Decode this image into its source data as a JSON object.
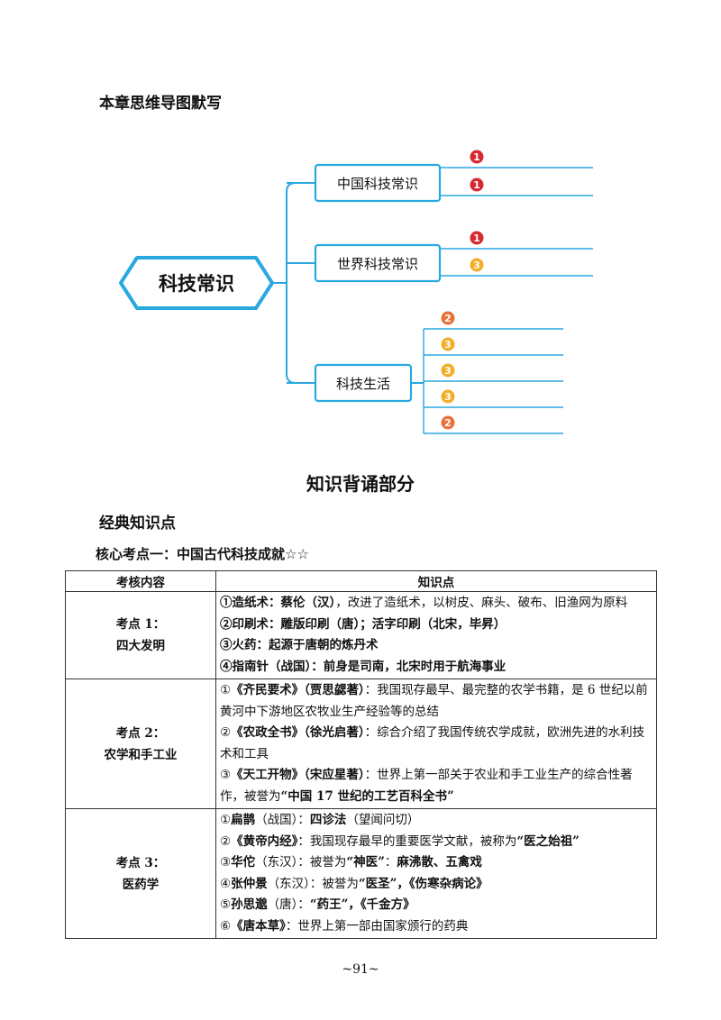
{
  "mindmap": {
    "heading": "本章思维导图默写",
    "root": "科技常识",
    "branches": [
      {
        "label": "中国科技常识",
        "items": [
          "1",
          "1"
        ]
      },
      {
        "label": "世界科技常识",
        "items": [
          "1",
          "3"
        ]
      },
      {
        "label": "科技生活",
        "items": [
          "2",
          "3",
          "3",
          "3",
          "2"
        ]
      }
    ],
    "colors": {
      "line": "#29a8e0",
      "badge1": "#d7282f",
      "badge2": "#e8723a",
      "badge3": "#f2ae28"
    }
  },
  "section_title": "知识背诵部分",
  "subsection_title": "经典知识点",
  "core_title": "核心考点一：中国古代科技成就",
  "core_stars": "☆☆",
  "table": {
    "headers": [
      "考核内容",
      "知识点"
    ],
    "rows": [
      {
        "label_lines": [
          "考点 1：",
          "四大发明"
        ],
        "items": [
          [
            {
              "t": "①造纸术：蔡伦（汉）",
              "b": true
            },
            {
              "t": "，改进了造纸术，以树皮、麻头、破布、旧渔网为原料",
              "b": false
            }
          ],
          [
            {
              "t": "②印刷术：雕版印刷（唐）；活字印刷（北宋，毕昇）",
              "b": true
            }
          ],
          [
            {
              "t": "③火药：起源于唐朝的炼丹术",
              "b": true
            }
          ],
          [
            {
              "t": "④指南针（战国）：前身是司南，北宋时用于航海事业",
              "b": true
            }
          ]
        ]
      },
      {
        "label_lines": [
          "考点 2：",
          "农学和手工业"
        ],
        "items": [
          [
            {
              "t": "①",
              "b": false
            },
            {
              "t": "《齐民要术》（贾思勰著）",
              "b": true
            },
            {
              "t": "：我国现存最早、最完整的农学书籍，是 6 世纪以前黄河中下游地区农牧业生产经验等的总结",
              "b": false
            }
          ],
          [
            {
              "t": "②",
              "b": false
            },
            {
              "t": "《农政全书》（徐光启著）",
              "b": true
            },
            {
              "t": "：综合介绍了我国传统农学成就，欧洲先进的水利技术和工具",
              "b": false
            }
          ],
          [
            {
              "t": "③",
              "b": false
            },
            {
              "t": "《天工开物》（宋应星著）",
              "b": true
            },
            {
              "t": "：世界上第一部关于农业和手工业生产的综合性著作，被誉为",
              "b": false
            },
            {
              "t": "“中国 17 世纪的工艺百科全书”",
              "b": true
            }
          ]
        ]
      },
      {
        "label_lines": [
          "考点 3：",
          "医药学"
        ],
        "items": [
          [
            {
              "t": "①",
              "b": false
            },
            {
              "t": "扁鹊",
              "b": true
            },
            {
              "t": "（战国）：",
              "b": false
            },
            {
              "t": "四诊法",
              "b": true
            },
            {
              "t": "（望闻问切）",
              "b": false
            }
          ],
          [
            {
              "t": "②",
              "b": false
            },
            {
              "t": "《黄帝内经》",
              "b": true
            },
            {
              "t": "：我国现存最早的重要医学文献，被称为",
              "b": false
            },
            {
              "t": "“医之始祖”",
              "b": true
            }
          ],
          [
            {
              "t": "③",
              "b": false
            },
            {
              "t": "华佗",
              "b": true
            },
            {
              "t": "（东汉）：被誉为",
              "b": false
            },
            {
              "t": "“神医”",
              "b": true
            },
            {
              "t": "：",
              "b": false
            },
            {
              "t": "麻沸散、五禽戏",
              "b": true
            }
          ],
          [
            {
              "t": "④",
              "b": false
            },
            {
              "t": "张仲景",
              "b": true
            },
            {
              "t": "（东汉）：被誉为",
              "b": false
            },
            {
              "t": "“医圣”，《伤寒杂病论》",
              "b": true
            }
          ],
          [
            {
              "t": "⑤",
              "b": false
            },
            {
              "t": "孙思邈",
              "b": true
            },
            {
              "t": "（唐）：",
              "b": false
            },
            {
              "t": "“药王”，《千金方》",
              "b": true
            }
          ],
          [
            {
              "t": "⑥",
              "b": false
            },
            {
              "t": "《唐本草》",
              "b": true
            },
            {
              "t": "：世界上第一部由国家颁行的药典",
              "b": false
            }
          ]
        ]
      }
    ]
  },
  "page_number": "~91~"
}
